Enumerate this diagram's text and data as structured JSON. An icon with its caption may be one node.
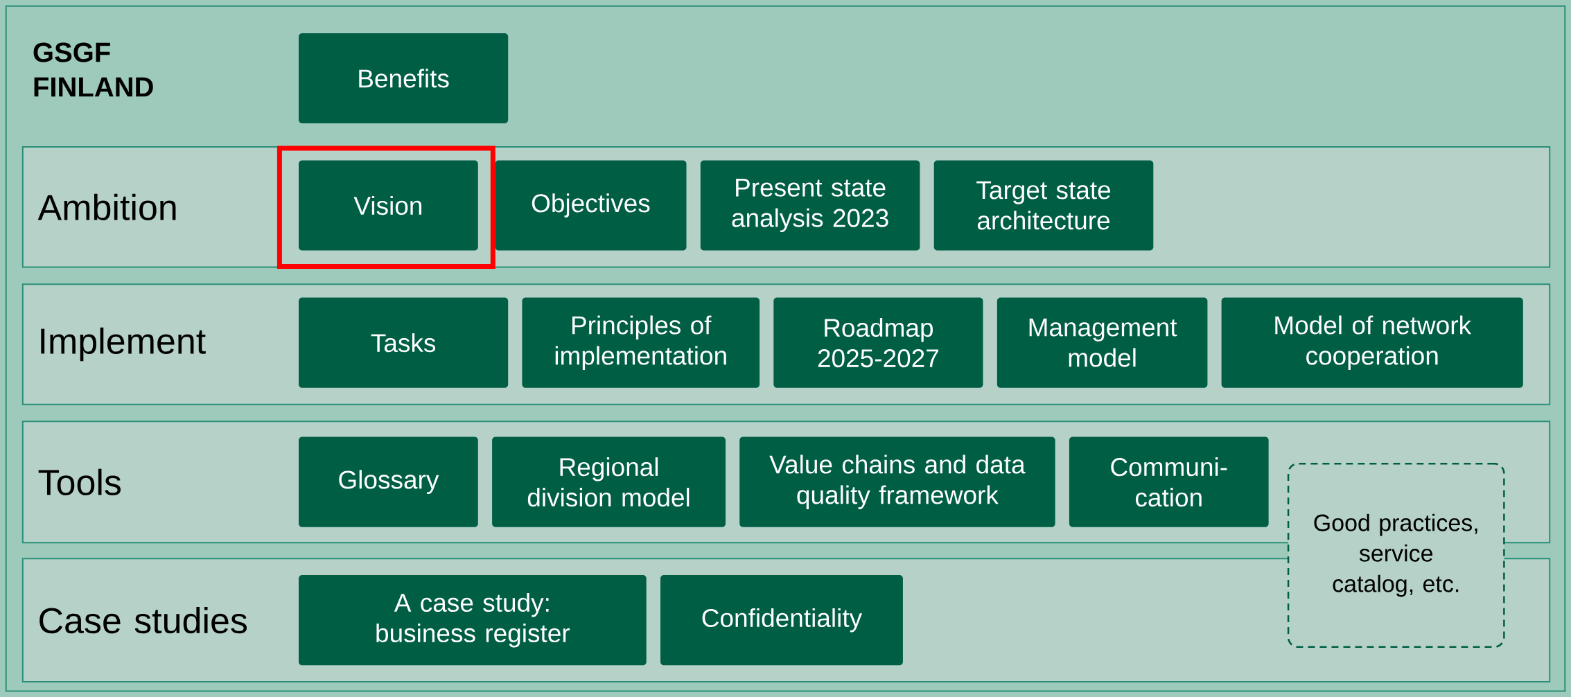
{
  "diagram": {
    "nodes": [
      {
        "text": [
          "Benefits"
        ]
      },
      {
        "text": [
          "Ambition"
        ]
      },
      {
        "text": [
          "Vision"
        ],
        "in": 1
      },
      {
        "text": [
          "Objectives"
        ],
        "in": 1
      },
      {
        "text": [
          "Present state analysis 2023"
        ],
        "in": 1
      },
      {
        "text": [
          "Target state architecture"
        ],
        "in": 1
      },
      {
        "text": [
          "Implement"
        ]
      },
      {
        "text": [
          "Tasks"
        ],
        "in": 6
      },
      {
        "text": [
          "Principles of implementation"
        ],
        "in": 6
      },
      {
        "text": [
          "Roadmap 2025-2027"
        ],
        "in": 6
      },
      {
        "text": [
          "Management model"
        ],
        "in": 6
      },
      {
        "text": [
          "Model of network cooperation"
        ],
        "in": 6
      },
      {
        "text": [
          "Tools"
        ]
      },
      {
        "text": [
          "Glossary"
        ],
        "in": 12
      },
      {
        "text": [
          "Regional division model"
        ],
        "in": 12
      },
      {
        "text": [
          "Value chains and data quality framework"
        ],
        "in": 12
      },
      {
        "text": [
          "Communi- cation"
        ],
        "in": 12
      },
      {
        "text": [
          "Case studies"
        ]
      },
      {
        "text": [
          "A case study: business register"
        ],
        "in": 17
      },
      {
        "text": [
          "Confidentiality"
        ],
        "in": 17
      },
      {
        "text": [
          "Good practices, service catalog, etc."
        ]
      }
    ],
    "labels": [
      "GSGF FINLAND"
    ]
  }
}
